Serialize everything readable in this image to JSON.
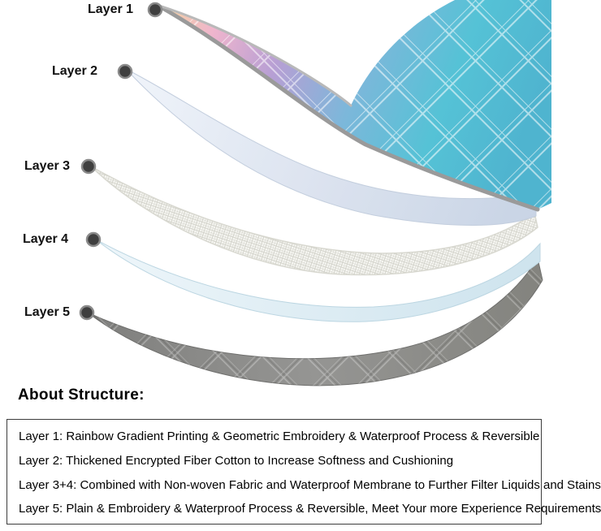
{
  "diagram": {
    "layers": [
      {
        "label": "Layer 1"
      },
      {
        "label": "Layer 2"
      },
      {
        "label": "Layer 3"
      },
      {
        "label": "Layer 4"
      },
      {
        "label": "Layer 5"
      }
    ],
    "colors": {
      "layer1_gradient": [
        "#f3d79c",
        "#efb5cd",
        "#b79fd4",
        "#7db7da",
        "#4fbdd4"
      ],
      "layer1_edge": "#9a9a9a",
      "layer2_fill": "#dfe7f3",
      "layer3_fill": "#f6f6f2",
      "layer4_fill": "#ddeef6",
      "layer5_fill": "#8b8b89",
      "marker_fill": "#3f3f3f",
      "marker_ring": "#8a8a8a"
    }
  },
  "about": {
    "heading": "About Structure:",
    "items": [
      "Layer 1: Rainbow Gradient Printing & Geometric Embroidery & Waterproof Process & Reversible",
      "Layer 2: Thickened Encrypted Fiber Cotton to Increase Softness and Cushioning",
      "Layer 3+4: Combined with Non-woven Fabric and Waterproof Membrane to Further Filter Liquids and Stains",
      "Layer 5: Plain & Embroidery & Waterproof Process & Reversible, Meet Your more Experience Requirements"
    ]
  }
}
